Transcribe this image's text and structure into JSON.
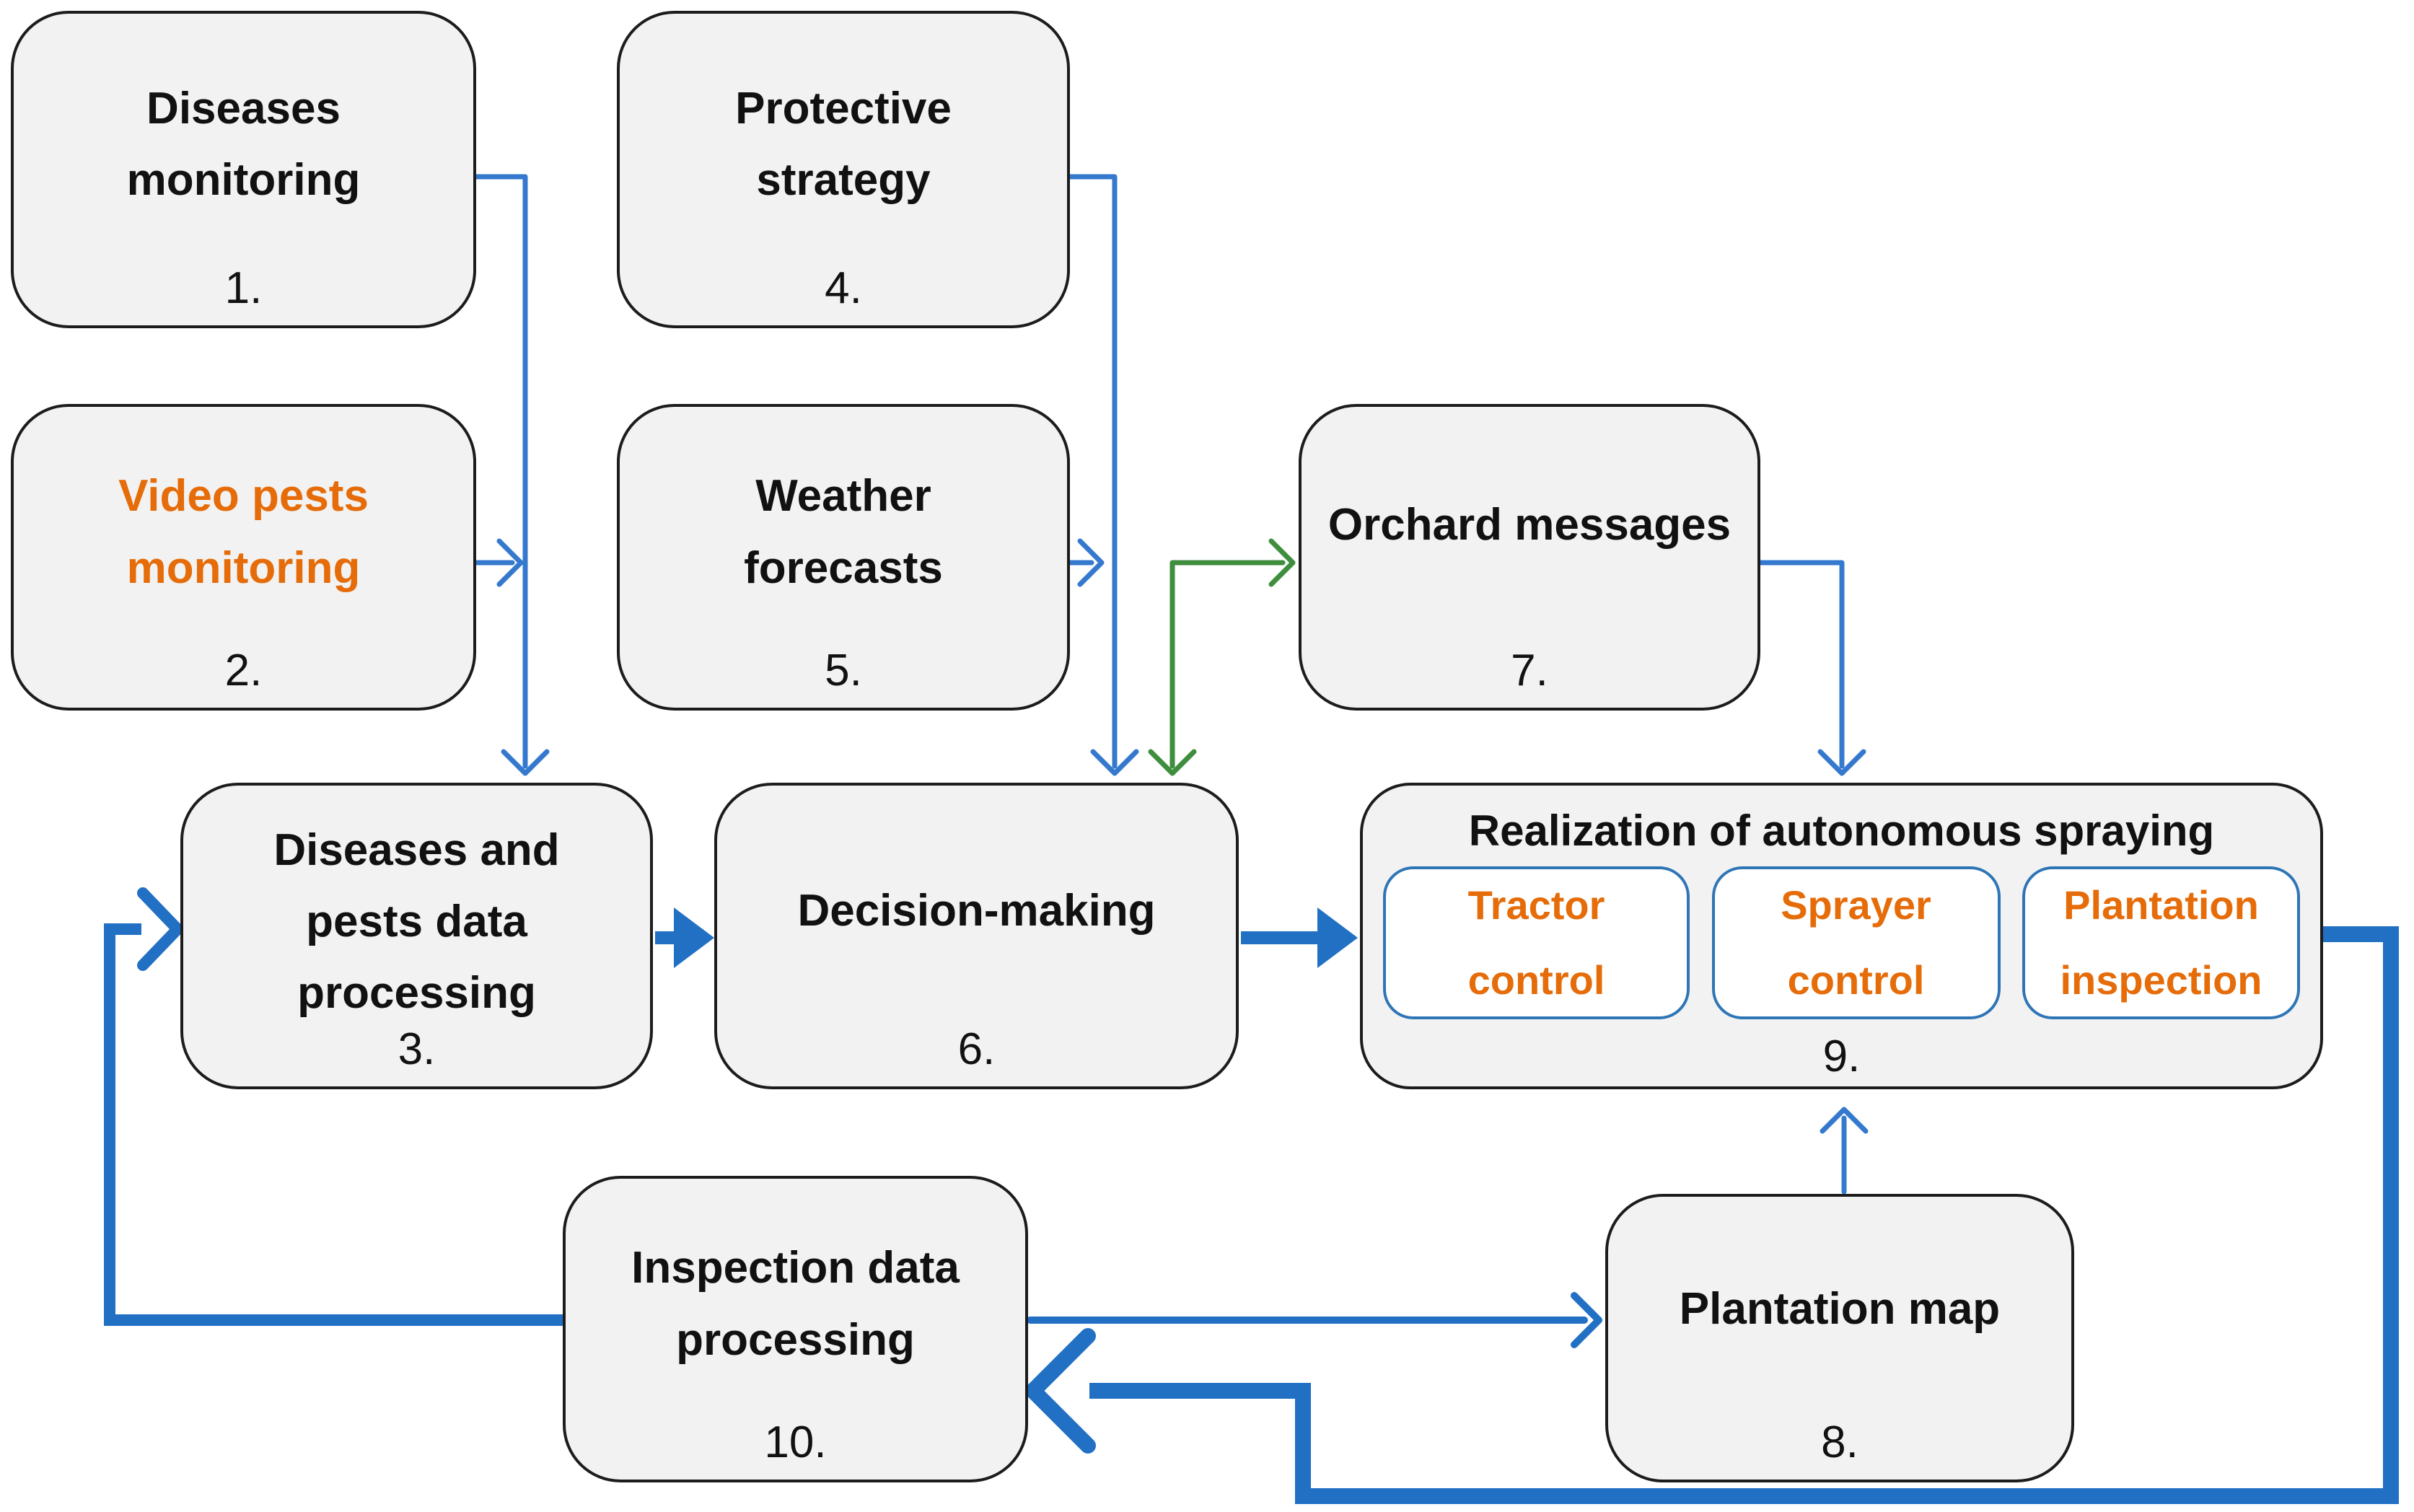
{
  "boxes": {
    "b1": {
      "label": "Diseases monitoring",
      "number": "1."
    },
    "b2": {
      "label": "Video pests monitoring",
      "number": "2."
    },
    "b3": {
      "label": "Diseases and pests data processing",
      "number": "3."
    },
    "b4": {
      "label": "Protective strategy",
      "number": "4."
    },
    "b5": {
      "label": "Weather forecasts",
      "number": "5."
    },
    "b6": {
      "label": "Decision-making",
      "number": "6."
    },
    "b7": {
      "label": "Orchard messages",
      "number": "7."
    },
    "b8": {
      "label": "Plantation map",
      "number": "8."
    },
    "b9": {
      "title": "Realization of autonomous spraying",
      "number": "9.",
      "subs": [
        "Tractor control",
        "Sprayer control",
        "Plantation inspection"
      ]
    },
    "b10": {
      "label": "Inspection data processing",
      "number": "10."
    }
  },
  "colors": {
    "orange": "#e56c09",
    "blue_thin": "#3579cf",
    "blue_thick": "#2170c4",
    "green": "#3e8e3e",
    "box_fill": "#f2f2f2",
    "box_border": "#1c1c1c",
    "subbox_border": "#2e75b6",
    "text": "#111111"
  }
}
